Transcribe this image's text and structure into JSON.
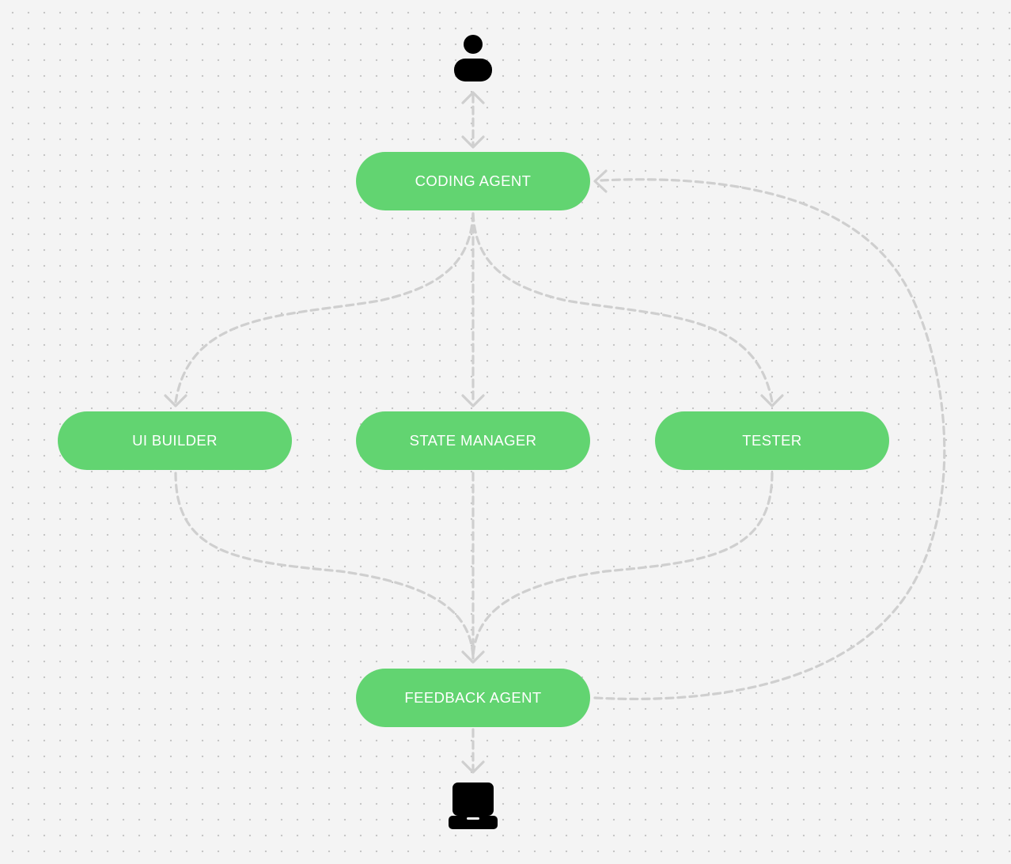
{
  "diagram": {
    "nodes": [
      {
        "id": "coding",
        "label": "CODING AGENT"
      },
      {
        "id": "ui",
        "label": "UI BUILDER"
      },
      {
        "id": "state",
        "label": "STATE MANAGER"
      },
      {
        "id": "tester",
        "label": "TESTER"
      },
      {
        "id": "feedback",
        "label": "FEEDBACK AGENT"
      }
    ],
    "endpoints": {
      "top": {
        "icon": "user-icon"
      },
      "bottom": {
        "icon": "laptop-icon"
      }
    },
    "edges": [
      {
        "from": "user",
        "to": "coding",
        "bidirectional": true
      },
      {
        "from": "coding",
        "to": "ui"
      },
      {
        "from": "coding",
        "to": "state"
      },
      {
        "from": "coding",
        "to": "tester"
      },
      {
        "from": "ui",
        "to": "feedback"
      },
      {
        "from": "state",
        "to": "feedback"
      },
      {
        "from": "tester",
        "to": "feedback"
      },
      {
        "from": "feedback",
        "to": "coding"
      },
      {
        "from": "feedback",
        "to": "laptop"
      }
    ],
    "colors": {
      "node_fill": "#62d471",
      "node_text": "#ffffff",
      "edge": "#cfcfcf",
      "background": "#f4f4f4",
      "icon": "#000000"
    }
  }
}
